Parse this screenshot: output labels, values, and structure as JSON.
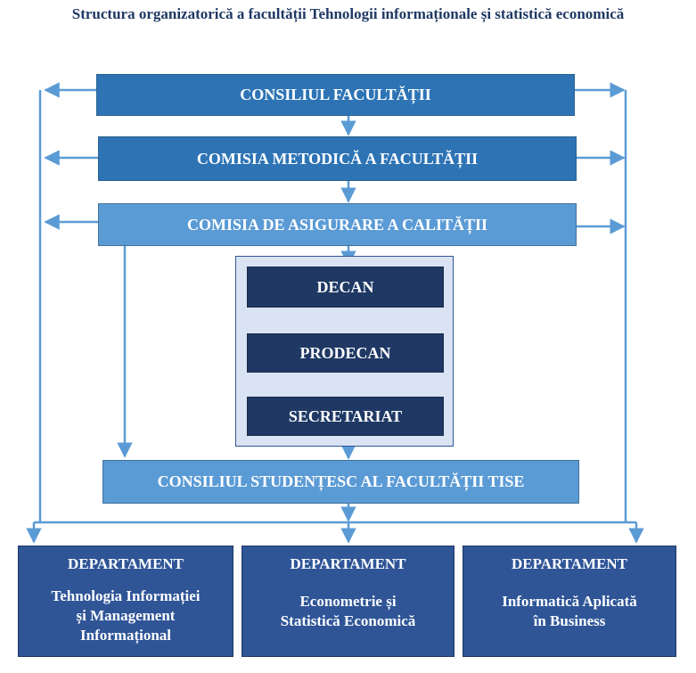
{
  "title": "Structura organizatorică a facultății Tehnologii informaționale și statistică economică",
  "nodes": {
    "consiliul_facultatii": "CONSILIUL FACULTĂȚII",
    "comisia_metodica": "COMISIA METODICĂ A FACULTĂȚII",
    "comisia_calitate": "COMISIA DE ASIGURARE A CALITĂȚII",
    "decan": "DECAN",
    "prodecan": "PRODECAN",
    "secretariat": "SECRETARIAT",
    "consiliul_studentesc": "CONSILIUL STUDENȚESC AL FACULTĂȚII TISE"
  },
  "departments": [
    {
      "heading": "DEPARTAMENT",
      "name": "Tehnologia Informației\nși Management\nInformațional"
    },
    {
      "heading": "DEPARTAMENT",
      "name": "Econometrie și\nStatistică Economică"
    },
    {
      "heading": "DEPARTAMENT",
      "name": "Informatică Aplicată\nîn Business"
    }
  ],
  "colors": {
    "title": "#1f3864",
    "top_boxes": "#2e74b5",
    "light_boxes": "#5b9bd5",
    "navy_boxes": "#1f3864",
    "department_boxes": "#2f5597",
    "panel": "#dae3f3",
    "connectors": "#5b9bd5"
  }
}
